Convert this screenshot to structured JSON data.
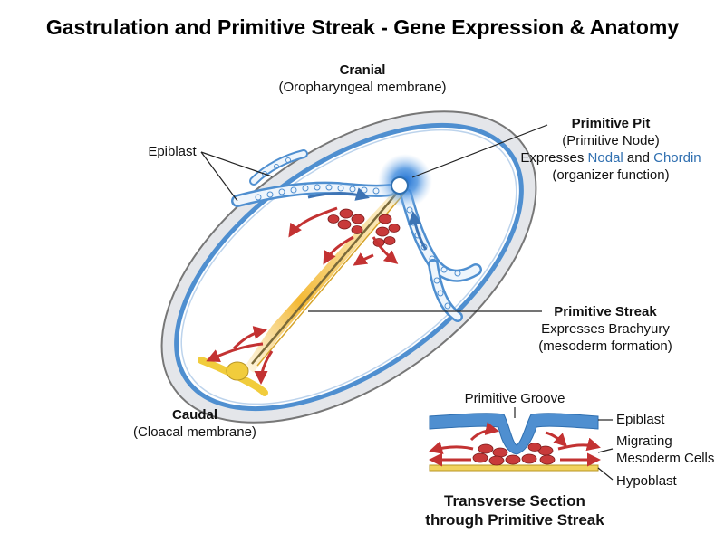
{
  "title": "Gastrulation and Primitive Streak - Gene Expression & Anatomy",
  "labels": {
    "cranial": {
      "title": "Cranial",
      "sub": "(Oropharyngeal membrane)"
    },
    "caudal": {
      "title": "Caudal",
      "sub": "(Cloacal membrane)"
    },
    "epiblast": "Epiblast",
    "primitive_pit": {
      "title": "Primitive Pit",
      "sub": "(Primitive Node)",
      "expresses_prefix": "Expresses ",
      "gene1": "Nodal",
      "and": " and ",
      "gene2": "Chordin",
      "function": "(organizer function)"
    },
    "primitive_streak": {
      "title": "Primitive Streak",
      "expresses": "Expresses Brachyury",
      "function": "(mesoderm formation)"
    }
  },
  "cross_section": {
    "groove": "Primitive Groove",
    "epiblast": "Epiblast",
    "migrating_1": "Migrating",
    "migrating_2": "Mesoderm Cells",
    "hypoblast": "Hypoblast",
    "title_1": "Transverse Section",
    "title_2": "through Primitive Streak"
  },
  "colors": {
    "epiblast_blue": "#4f8fd0",
    "node_glow": "#2b7fd6",
    "streak_yellow": "#f3c12a",
    "mesoderm_red": "#c83a3a",
    "hypoblast_yellow": "#f1d25c",
    "disc_gray": "#e7e9ec"
  }
}
